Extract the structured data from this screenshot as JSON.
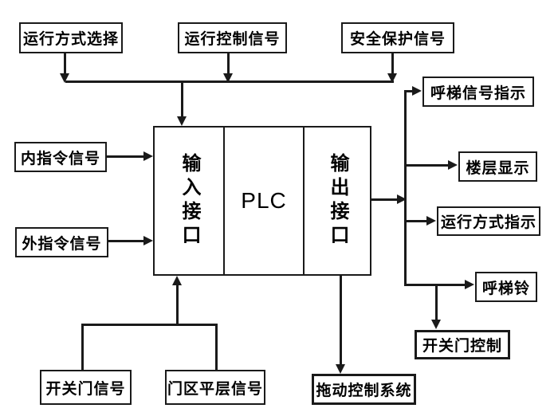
{
  "diagram_type": "plc-elevator-control-block-diagram",
  "colors": {
    "line": "#1a1a1a",
    "box_background": "#ffffff",
    "page_background": "#ffffff",
    "text": "#000000"
  },
  "nodes": {
    "run_mode_select": "运行方式选择",
    "run_control_signal": "运行控制信号",
    "safety_protect_signal": "安全保护信号",
    "inner_command_signal": "内指令信号",
    "outer_command_signal": "外指令信号",
    "door_switch_signal": "开关门信号",
    "door_zone_leveling_signal": "门区平层信号",
    "input_interface": "输入接口",
    "plc": "PLC",
    "output_interface": "输出接口",
    "call_signal_indicator": "呼梯信号指示",
    "floor_display": "楼层显示",
    "run_mode_indicator": "运行方式指示",
    "call_bell": "呼梯铃",
    "door_control": "开关门控制",
    "drive_control_system": "拖动控制系统"
  },
  "connections": [
    {
      "from": "run_mode_select",
      "to": "input_interface"
    },
    {
      "from": "run_control_signal",
      "to": "input_interface"
    },
    {
      "from": "safety_protect_signal",
      "to": "input_interface"
    },
    {
      "from": "inner_command_signal",
      "to": "input_interface"
    },
    {
      "from": "outer_command_signal",
      "to": "input_interface"
    },
    {
      "from": "door_switch_signal",
      "to": "input_interface"
    },
    {
      "from": "door_zone_leveling_signal",
      "to": "input_interface"
    },
    {
      "from": "output_interface",
      "to": "call_signal_indicator"
    },
    {
      "from": "output_interface",
      "to": "floor_display"
    },
    {
      "from": "output_interface",
      "to": "run_mode_indicator"
    },
    {
      "from": "output_interface",
      "to": "call_bell"
    },
    {
      "from": "output_interface",
      "to": "door_control"
    },
    {
      "from": "output_interface",
      "to": "drive_control_system"
    }
  ]
}
